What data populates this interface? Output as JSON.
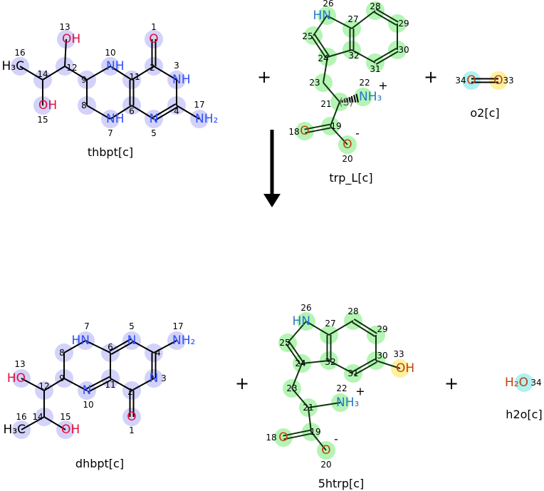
{
  "reaction": {
    "plus_sign": "+",
    "reactants": [
      {
        "id": "thbpt",
        "name": "thbpt[c]",
        "highlight": "#d2d2fa",
        "atoms": [
          {
            "num": "1",
            "symbol": "O",
            "el": "O"
          },
          {
            "num": "2",
            "symbol": "",
            "el": "C"
          },
          {
            "num": "3",
            "symbol": "NH",
            "el": "N"
          },
          {
            "num": "4",
            "symbol": "",
            "el": "C"
          },
          {
            "num": "5",
            "symbol": "N",
            "el": "N"
          },
          {
            "num": "6",
            "symbol": "",
            "el": "C"
          },
          {
            "num": "7",
            "symbol": "NH",
            "el": "N"
          },
          {
            "num": "8",
            "symbol": "",
            "el": "C"
          },
          {
            "num": "9",
            "symbol": "",
            "el": "C"
          },
          {
            "num": "10",
            "symbol": "NH",
            "el": "N"
          },
          {
            "num": "11",
            "symbol": "",
            "el": "C"
          },
          {
            "num": "12",
            "symbol": "",
            "el": "C"
          },
          {
            "num": "13",
            "symbol": "OH",
            "el": "O"
          },
          {
            "num": "14",
            "symbol": "",
            "el": "C"
          },
          {
            "num": "15",
            "symbol": "OH",
            "el": "O"
          },
          {
            "num": "16",
            "symbol": "H₃C",
            "el": "C"
          },
          {
            "num": "17",
            "symbol": "NH₂",
            "el": "N"
          }
        ]
      },
      {
        "id": "trp",
        "name": "trp_L[c]",
        "highlight": "#b4f4b4",
        "stereo": "(S)",
        "atoms": [
          {
            "num": "18",
            "symbol": "O",
            "el": "O2"
          },
          {
            "num": "19",
            "symbol": "",
            "el": "C"
          },
          {
            "num": "20",
            "symbol": "O",
            "el": "O2",
            "charge": "-"
          },
          {
            "num": "21",
            "symbol": "",
            "el": "C"
          },
          {
            "num": "22",
            "symbol": "NH₃",
            "el": "N2",
            "charge": "+"
          },
          {
            "num": "23",
            "symbol": "",
            "el": "C"
          },
          {
            "num": "24",
            "symbol": "",
            "el": "C"
          },
          {
            "num": "25",
            "symbol": "",
            "el": "C"
          },
          {
            "num": "26",
            "symbol": "HN",
            "el": "N2"
          },
          {
            "num": "27",
            "symbol": "",
            "el": "C"
          },
          {
            "num": "28",
            "symbol": "",
            "el": "C"
          },
          {
            "num": "29",
            "symbol": "",
            "el": "C"
          },
          {
            "num": "30",
            "symbol": "",
            "el": "C"
          },
          {
            "num": "31",
            "symbol": "",
            "el": "C"
          },
          {
            "num": "32",
            "symbol": "",
            "el": "C"
          }
        ]
      },
      {
        "id": "o2",
        "name": "o2[c]",
        "atoms": [
          {
            "num": "34",
            "symbol": "O",
            "el": "O2",
            "highlight": "#b0f0f0"
          },
          {
            "num": "33",
            "symbol": "O",
            "el": "O2",
            "highlight": "#fff0a0"
          }
        ]
      }
    ],
    "products": [
      {
        "id": "dhbpt",
        "name": "dhbpt[c]",
        "highlight": "#d2d2fa",
        "atoms": [
          {
            "num": "1",
            "symbol": "O",
            "el": "O"
          },
          {
            "num": "2",
            "symbol": "",
            "el": "C"
          },
          {
            "num": "3",
            "symbol": "N",
            "el": "N"
          },
          {
            "num": "4",
            "symbol": "",
            "el": "C"
          },
          {
            "num": "5",
            "symbol": "N",
            "el": "N"
          },
          {
            "num": "6",
            "symbol": "",
            "el": "C"
          },
          {
            "num": "7",
            "symbol": "HN",
            "el": "N"
          },
          {
            "num": "8",
            "symbol": "",
            "el": "C"
          },
          {
            "num": "9",
            "symbol": "",
            "el": "C"
          },
          {
            "num": "10",
            "symbol": "N",
            "el": "N"
          },
          {
            "num": "11",
            "symbol": "",
            "el": "C"
          },
          {
            "num": "12",
            "symbol": "",
            "el": "C"
          },
          {
            "num": "13",
            "symbol": "HO",
            "el": "O"
          },
          {
            "num": "14",
            "symbol": "",
            "el": "C"
          },
          {
            "num": "15",
            "symbol": "OH",
            "el": "O"
          },
          {
            "num": "16",
            "symbol": "H₃C",
            "el": "C"
          },
          {
            "num": "17",
            "symbol": "NH₂",
            "el": "N"
          }
        ]
      },
      {
        "id": "htrp",
        "name": "5htrp[c]",
        "highlight": "#b4f4b4",
        "atoms": [
          {
            "num": "18",
            "symbol": "O",
            "el": "O2"
          },
          {
            "num": "19",
            "symbol": "",
            "el": "C"
          },
          {
            "num": "20",
            "symbol": "O",
            "el": "O2",
            "charge": "-"
          },
          {
            "num": "21",
            "symbol": "",
            "el": "C"
          },
          {
            "num": "22",
            "symbol": "NH₃",
            "el": "N2",
            "charge": "+"
          },
          {
            "num": "23",
            "symbol": "",
            "el": "C"
          },
          {
            "num": "24",
            "symbol": "",
            "el": "C"
          },
          {
            "num": "25",
            "symbol": "",
            "el": "C"
          },
          {
            "num": "26",
            "symbol": "HN",
            "el": "N2"
          },
          {
            "num": "27",
            "symbol": "",
            "el": "C"
          },
          {
            "num": "28",
            "symbol": "",
            "el": "C"
          },
          {
            "num": "29",
            "symbol": "",
            "el": "C"
          },
          {
            "num": "30",
            "symbol": "",
            "el": "C"
          },
          {
            "num": "31",
            "symbol": "",
            "el": "C"
          },
          {
            "num": "32",
            "symbol": "",
            "el": "C"
          },
          {
            "num": "33",
            "symbol": "OH",
            "el": "O2",
            "highlight": "#fff0a0"
          }
        ]
      },
      {
        "id": "h2o",
        "name": "h2o[c]",
        "atoms": [
          {
            "num": "34",
            "symbol": "H₂O",
            "el": "O2",
            "highlight": "#b0f0f0"
          }
        ]
      }
    ]
  },
  "colors": {
    "O": "#e0103a",
    "N": "#3050f8",
    "O2": "#c04010",
    "N2": "#2878c8",
    "C": "#000000"
  }
}
